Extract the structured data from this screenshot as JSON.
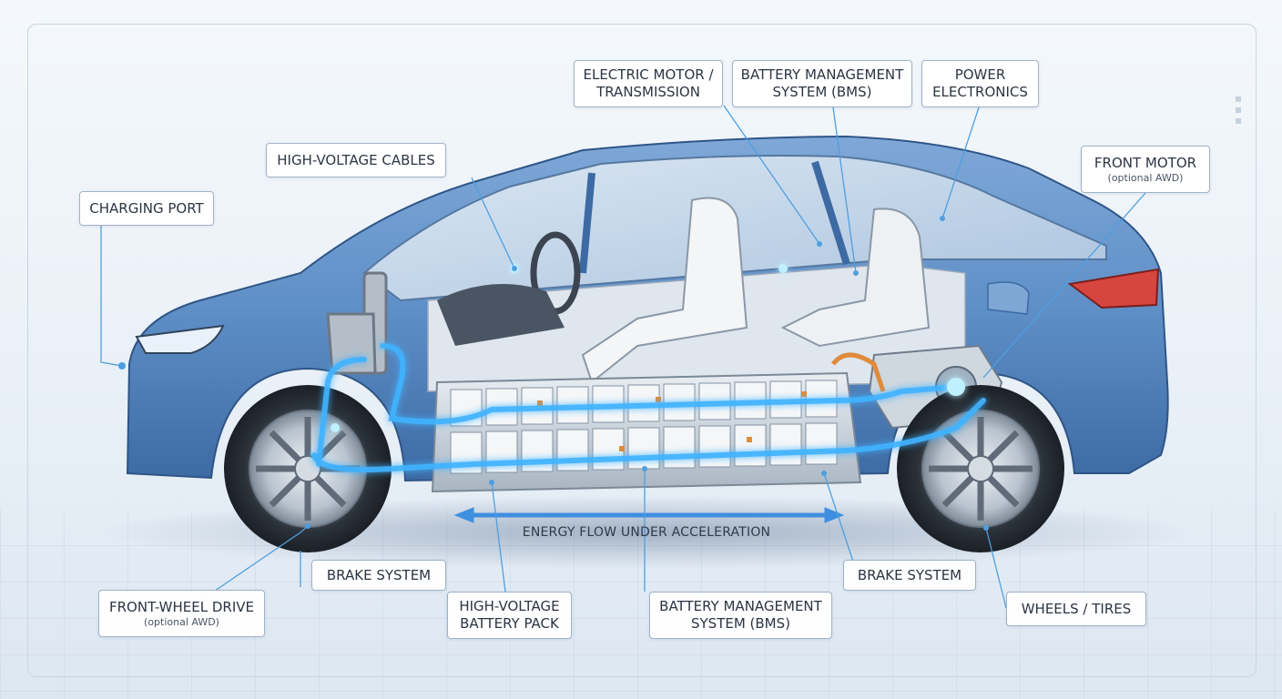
{
  "callouts": {
    "charging_port": "CHARGING PORT",
    "hv_cables": "HIGH-VOLTAGE CABLES",
    "motor_transmission": "ELECTRIC MOTOR /\nTRANSMISSION",
    "bms_top": "BATTERY MANAGEMENT\nSYSTEM (BMS)",
    "power_electronics": "POWER\nELECTRONICS",
    "front_motor": "FRONT MOTOR",
    "front_motor_sub": "(optional AWD)",
    "front_wheel_drive": "FRONT-WHEEL DRIVE",
    "front_wheel_drive_sub": "(optional AWD)",
    "brake_left": "BRAKE SYSTEM",
    "hv_battery": "HIGH-VOLTAGE\nBATTERY PACK",
    "bms_bottom": "BATTERY MANAGEMENT\nSYSTEM (BMS)",
    "brake_right": "BRAKE SYSTEM",
    "wheels_tires": "WHEELS / TIRES"
  },
  "energy_flow": "ENERGY FLOW UNDER ACCELERATION",
  "colors": {
    "body": "#5f8fc7",
    "glow": "#3fb3ff",
    "battery": "#c9d3dc",
    "taillight": "#d6453f"
  }
}
